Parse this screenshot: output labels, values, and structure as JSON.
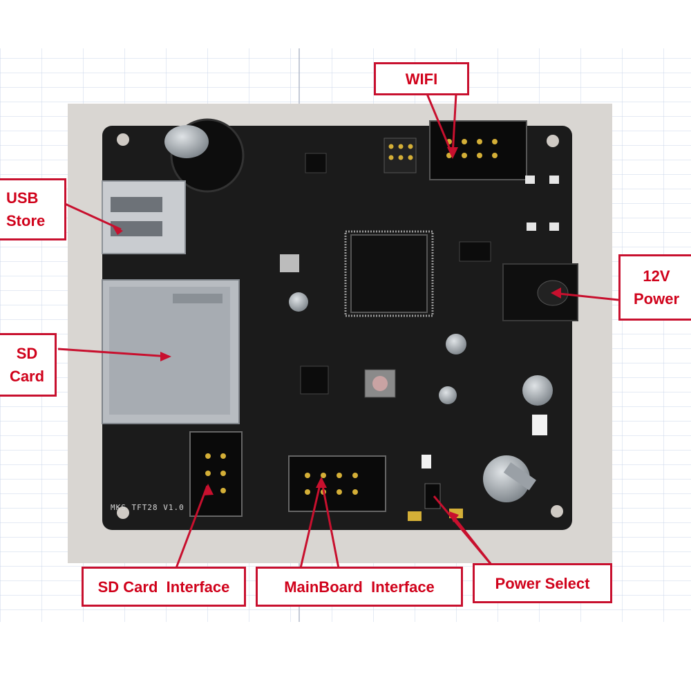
{
  "callouts": {
    "wifi": "WIFI",
    "usb_store": [
      "USB",
      "Store"
    ],
    "sd_card": [
      "SD",
      "Card"
    ],
    "power_12v": [
      "12V",
      "Power"
    ],
    "sd_card_interface": "SD Card  Interface",
    "mainboard_interface": "MainBoard  Interface",
    "power_select": "Power Select"
  },
  "board": {
    "silkscreen": "MKS TFT28 V1.0"
  },
  "colors": {
    "callout_border": "#c8102e",
    "callout_text": "#d0021b",
    "pcb": "#1a1a1a",
    "grid": "#c8d4ea"
  }
}
